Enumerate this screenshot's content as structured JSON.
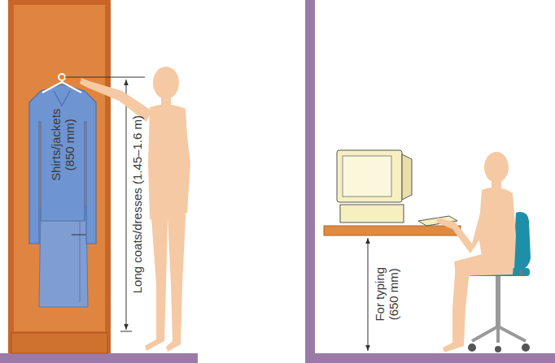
{
  "diagram": {
    "labels": [
      "Shirts/jackets (850 mm)",
      "Long coats/dresses (1.45–1.6 m)",
      "For typing (650 mm)"
    ]
  }
}
